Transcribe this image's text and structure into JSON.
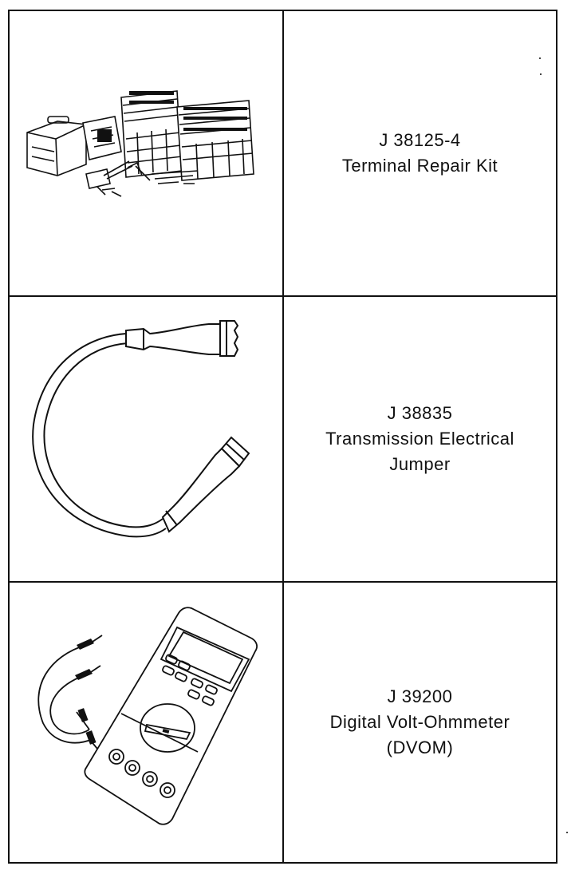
{
  "tools": [
    {
      "number": "J 38125-4",
      "name_lines": [
        "Terminal Repair Kit"
      ]
    },
    {
      "number": "J 38835",
      "name_lines": [
        "Transmission Electrical",
        "Jumper"
      ]
    },
    {
      "number": "J 39200",
      "name_lines": [
        "Digital Volt-Ohmmeter",
        "(DVOM)"
      ]
    }
  ]
}
